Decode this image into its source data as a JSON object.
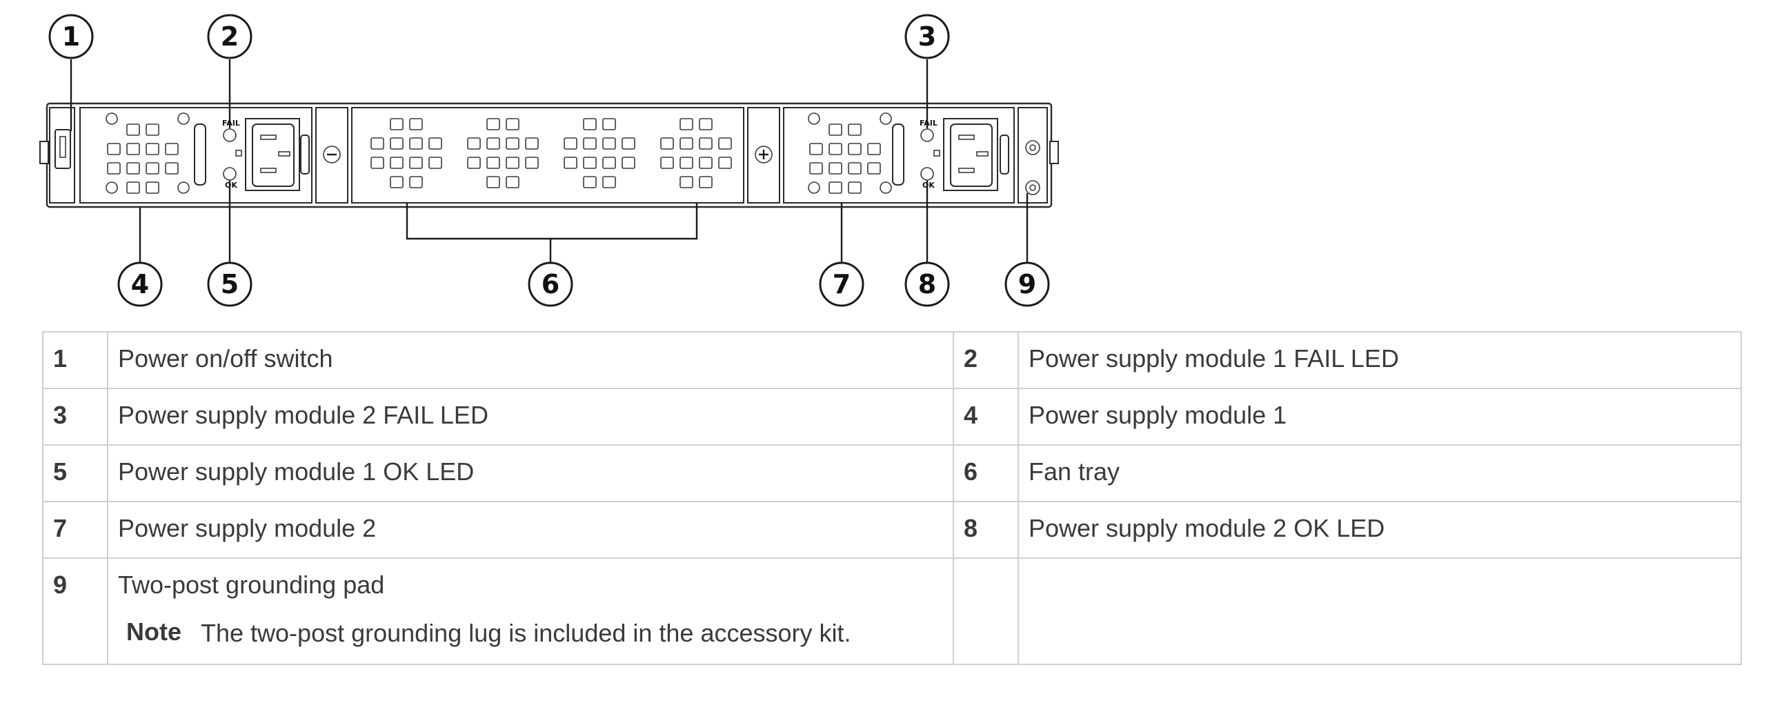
{
  "figure": {
    "callouts": [
      "1",
      "2",
      "3",
      "4",
      "5",
      "6",
      "7",
      "8",
      "9"
    ],
    "psu_led_labels": {
      "fail": "FAIL",
      "ok": "OK"
    }
  },
  "legend": {
    "rows": [
      {
        "left_num": "1",
        "left_text": "Power on/off switch",
        "right_num": "2",
        "right_text": "Power supply module 1 FAIL LED"
      },
      {
        "left_num": "3",
        "left_text": "Power supply module 2 FAIL LED",
        "right_num": "4",
        "right_text": "Power supply module 1"
      },
      {
        "left_num": "5",
        "left_text": "Power supply module 1 OK LED",
        "right_num": "6",
        "right_text": "Fan tray"
      },
      {
        "left_num": "7",
        "left_text": "Power supply module 2",
        "right_num": "8",
        "right_text": "Power supply module 2 OK LED"
      },
      {
        "left_num": "9",
        "left_text": "Two-post grounding pad",
        "right_num": "",
        "right_text": ""
      }
    ],
    "note": {
      "label": "Note",
      "text": "The two-post grounding lug is included in the accessory kit."
    }
  }
}
